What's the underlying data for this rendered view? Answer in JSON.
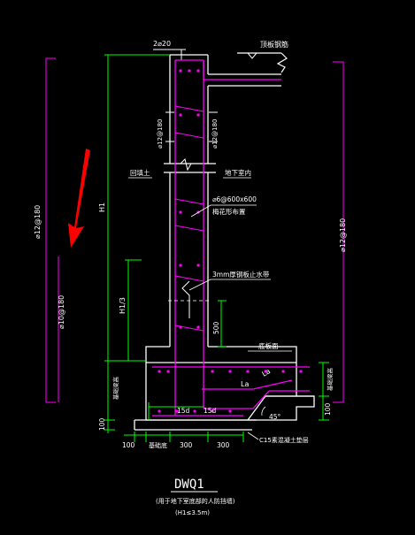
{
  "colors": {
    "background": "#000000",
    "wall": "#ffffff",
    "rebar": "#ff00ff",
    "dimension": "#00ff00",
    "annotation": "#ffffff",
    "arrow": "#ff0000"
  },
  "icons": [
    "red-arrow-icon",
    "break-line-icon",
    "level-marker-icon"
  ],
  "labels": {
    "top_bars": "2⌀20",
    "slab_label": "顶板钢筋",
    "dim_left_1": "⌀12@180",
    "dim_left_2": "⌀12@180",
    "left_long": "⌀12@180",
    "left_long2": "⌀10@180",
    "right_long": "⌀12@180",
    "left_earth": "回填土",
    "right_room": "地下室内",
    "tie_bar": "⌀6@600x600",
    "tie_note": "梅花形布置",
    "h1": "H1",
    "h1_3": "H1/3",
    "waterstop": "3mm厚钢板止水带",
    "dim_500": "500",
    "floor_level": "底板面",
    "la1": "La",
    "la2": "La",
    "left_notch": "基础梁高",
    "right_notch": "基础梁高",
    "d15a": "15d",
    "d15b": "15d",
    "dim_100_right": "100",
    "dim_100_left": "100",
    "angle": "45°",
    "concrete": "C15素混凝土垫层",
    "bottom_dims": [
      "100",
      "基础底",
      "300",
      "300"
    ]
  },
  "title": {
    "code": "DWQ1",
    "sub1": "(用于地下室底部的人防挡墙)",
    "sub2": "(H1≤3.5m)"
  }
}
